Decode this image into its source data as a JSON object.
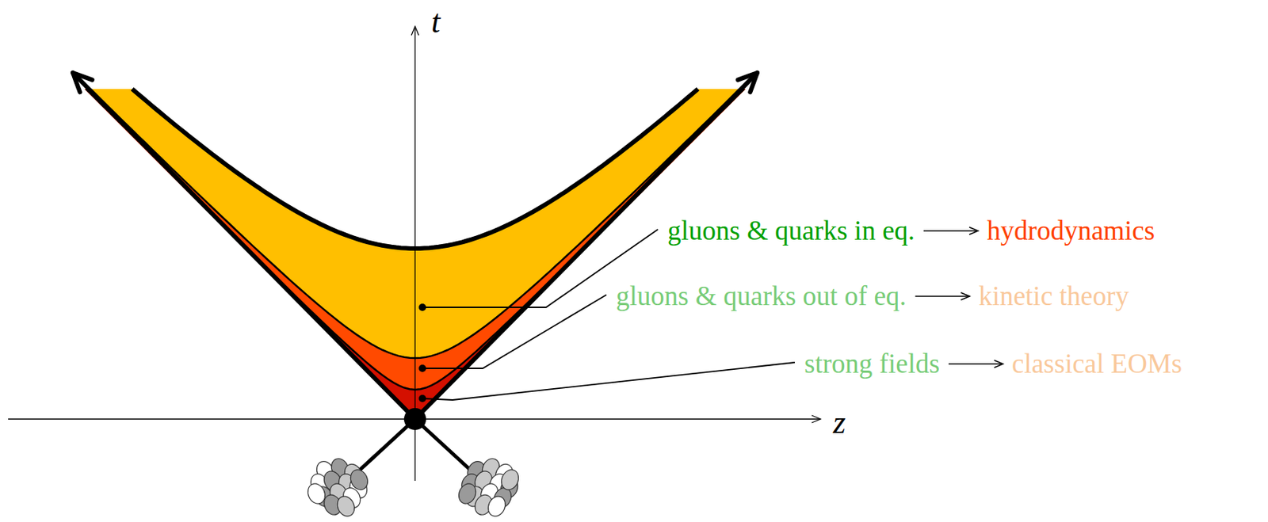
{
  "diagram": {
    "labels": [
      "t",
      "z",
      "gluons & quarks in eq.",
      "hydrodynamics",
      "gluons & quarks out of eq.",
      "kinetic theory",
      "strong fields",
      "classical EOMs"
    ]
  }
}
